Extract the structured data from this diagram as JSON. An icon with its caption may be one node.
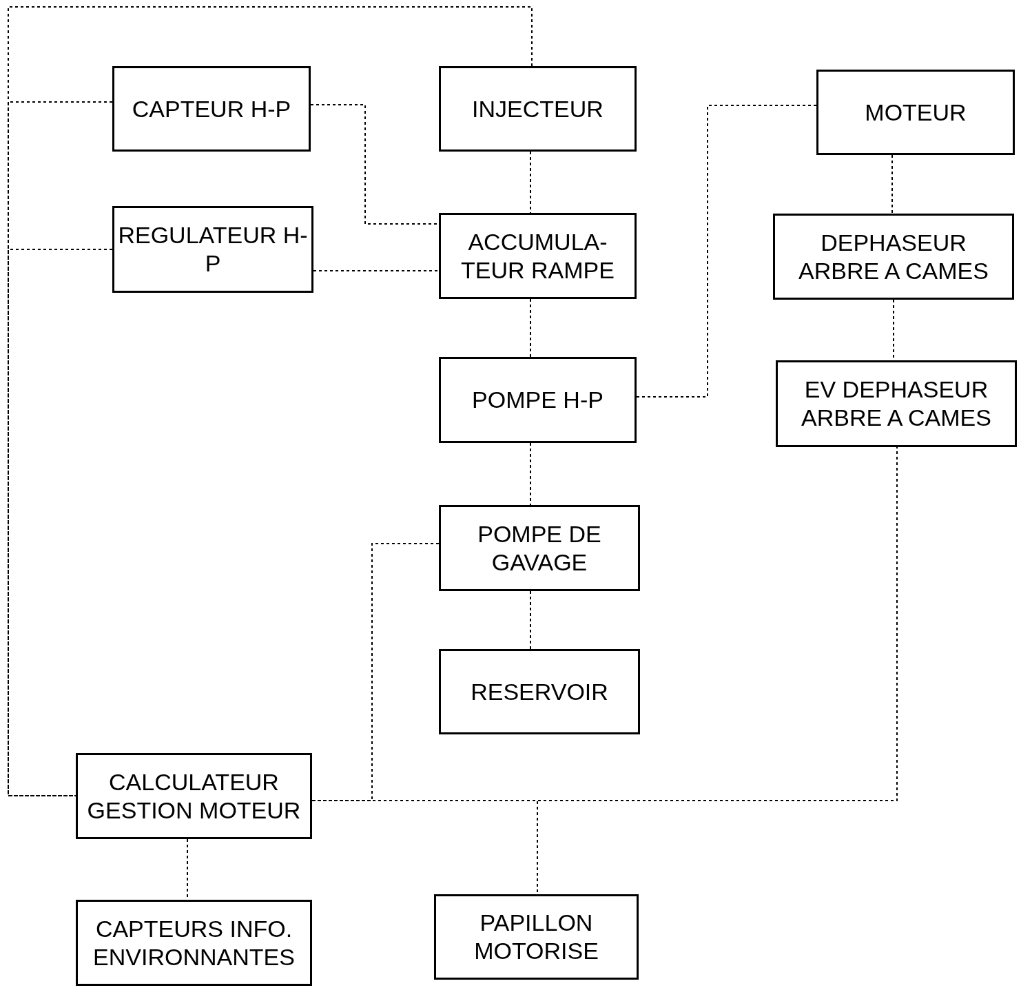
{
  "diagram": {
    "nodes": [
      {
        "text": [
          "CAPTEUR H-P"
        ]
      },
      {
        "text": [
          "INJECTEUR"
        ]
      },
      {
        "text": [
          "MOTEUR"
        ]
      },
      {
        "text": [
          "REGULATEUR H-P"
        ]
      },
      {
        "text": [
          "ACCUMULA- TEUR RAMPE"
        ]
      },
      {
        "text": [
          "DEPHASEUR ARBRE A CAMES"
        ]
      },
      {
        "text": [
          "POMPE H-P"
        ]
      },
      {
        "text": [
          "EV DEPHASEUR ARBRE A CAMES"
        ]
      },
      {
        "text": [
          "POMPE DE GAVAGE"
        ]
      },
      {
        "text": [
          "RESERVOIR"
        ]
      },
      {
        "text": [
          "CALCULATEUR GESTION MOTEUR"
        ]
      },
      {
        "text": [
          "CAPTEURS INFO. ENVIRONNANTES"
        ]
      },
      {
        "text": [
          "PAPILLON MOTORISE"
        ]
      }
    ],
    "edges": [
      {
        "from": 0,
        "to": 10,
        "arrow": "none"
      },
      {
        "from": 3,
        "to": 10,
        "arrow": "none"
      },
      {
        "from": 1,
        "to": 10,
        "arrow": "none"
      },
      {
        "from": 0,
        "to": 4,
        "arrow": "none"
      },
      {
        "from": 3,
        "to": 4,
        "arrow": "none"
      },
      {
        "from": 1,
        "to": 4,
        "arrow": "none"
      },
      {
        "from": 4,
        "to": 6,
        "arrow": "none"
      },
      {
        "from": 2,
        "to": 6,
        "arrow": "none"
      },
      {
        "from": 2,
        "to": 5,
        "arrow": "none"
      },
      {
        "from": 5,
        "to": 7,
        "arrow": "none"
      },
      {
        "from": 6,
        "to": 8,
        "arrow": "none"
      },
      {
        "from": 8,
        "to": 9,
        "arrow": "none"
      },
      {
        "from": 8,
        "to": 10,
        "arrow": "none"
      },
      {
        "from": 10,
        "to": 7,
        "arrow": "none"
      },
      {
        "from": 10,
        "to": 12,
        "arrow": "none"
      },
      {
        "from": 10,
        "to": 11,
        "arrow": "none"
      }
    ]
  }
}
